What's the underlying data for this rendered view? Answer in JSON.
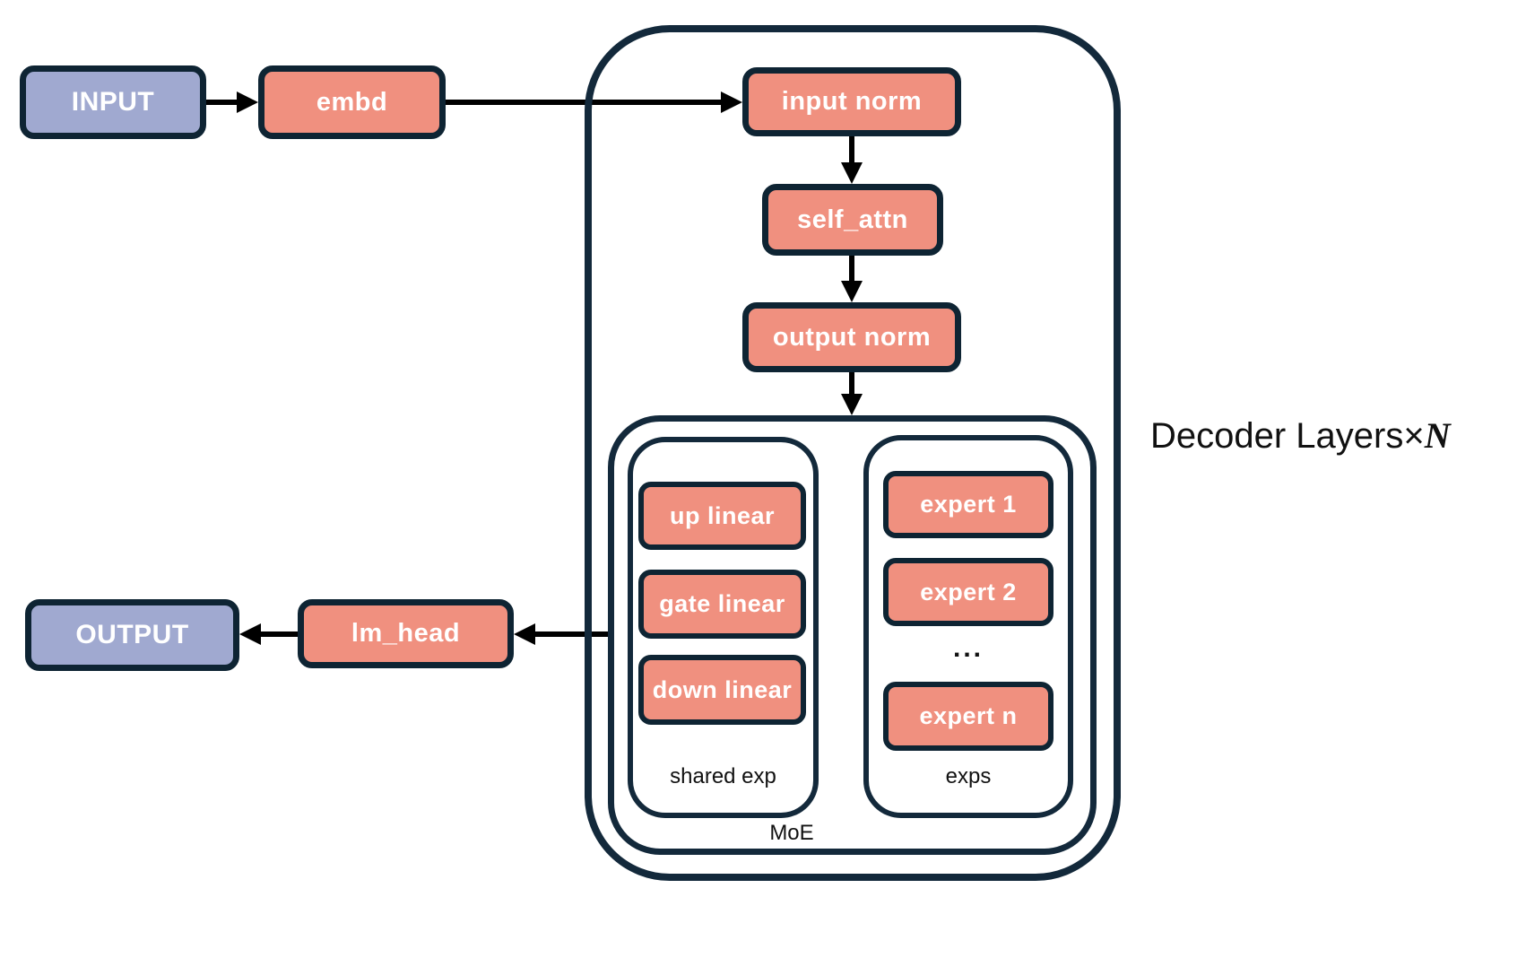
{
  "diagram": {
    "nodes": {
      "input": "INPUT",
      "embd": "embd",
      "input_norm": "input norm",
      "self_attn": "self_attn",
      "output_norm": "output norm",
      "up_linear": "up linear",
      "gate_linear": "gate linear",
      "down_linear": "down linear",
      "expert_1": "expert 1",
      "expert_2": "expert 2",
      "ellipsis": "...",
      "expert_n": "expert n",
      "lm_head": "lm_head",
      "output": "OUTPUT"
    },
    "groups": {
      "shared_exp": "shared exp",
      "exps": "exps",
      "moe": "MoE"
    },
    "title": {
      "decoder_layers": "Decoder Layers×",
      "repeat_count": "N"
    },
    "colors": {
      "node_fill_salmon": "#F0907F",
      "node_fill_purple": "#A0A9D0",
      "outline_navy": "#13293B",
      "arrow_black": "#000000",
      "node_text": "#FFFFFF",
      "label_text": "#111111",
      "background": "#FFFFFF"
    }
  }
}
